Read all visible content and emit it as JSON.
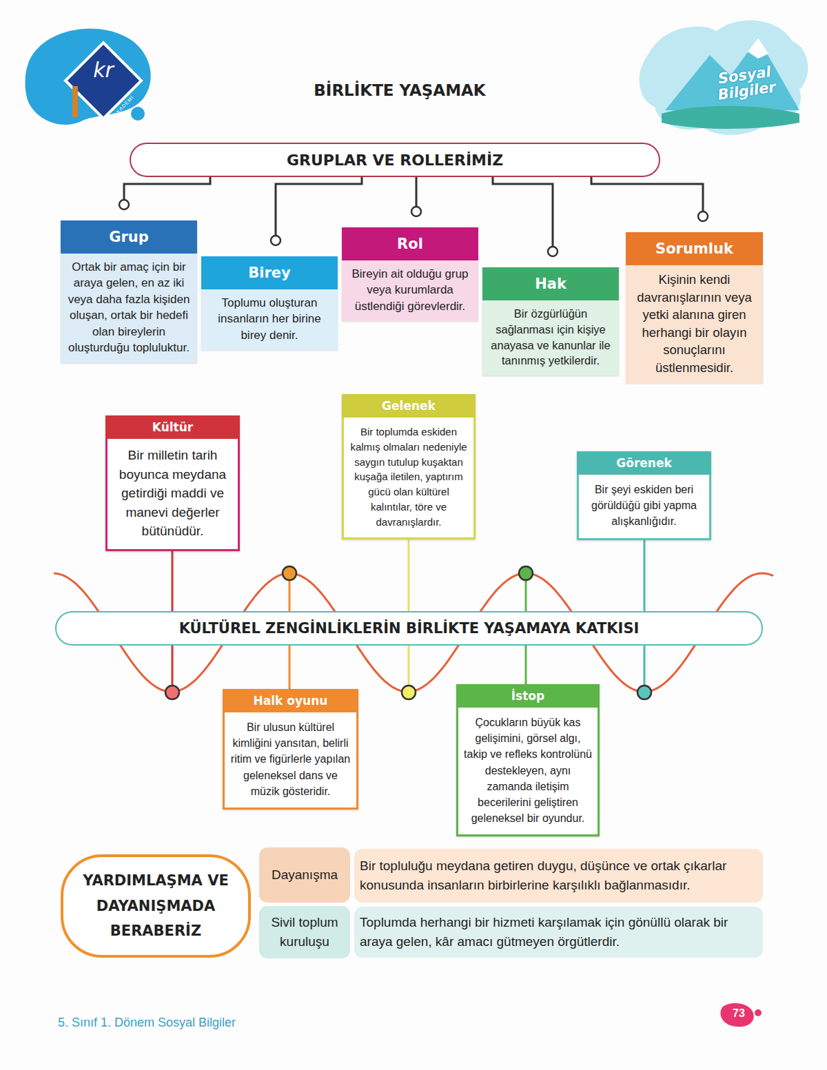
{
  "diagram": {
    "title": "BİRLİKTE YAŞAMAK",
    "nodes": [
      {
        "text": [
          "GRUPLAR VE ROLLERİMİZ"
        ]
      },
      {
        "text": [
          "Grup",
          "Ortak bir amaç için bir araya gelen, en az iki veya daha fazla kişiden oluşan, ortak bir hedefi olan bireylerin oluşturduğu topluluktur."
        ]
      },
      {
        "text": [
          "Birey",
          "Toplumu oluşturan insanların her birine birey denir."
        ]
      },
      {
        "text": [
          "Rol",
          "Bireyin ait olduğu grup veya kurumlarda üstlendiği görevlerdir."
        ]
      },
      {
        "text": [
          "Hak",
          "Bir özgürlüğün sağlanması için kişiye anayasa ve kanunlar ile tanınmış yetkilerdir."
        ]
      },
      {
        "text": [
          "Sorumluk",
          "Kişinin kendi davranışlarının veya yetki alanına giren herhangi bir olayın sonuçlarını üstlenmesidir."
        ]
      },
      {
        "text": [
          "KÜLTÜREL ZENGİNLİKLERİN BİRLİKTE YAŞAMAYA KATKISI"
        ]
      },
      {
        "text": [
          "Kültür",
          "Bir milletin tarih boyunca meydana getirdiği maddi ve manevi değerler bütünüdür."
        ]
      },
      {
        "text": [
          "Gelenek",
          "Bir toplumda eskiden kalmış olmaları nedeniyle saygın tutulup kuşaktan kuşağa iletilen, yaptırım gücü olan kültürel kalıntılar, töre ve davranışlardır."
        ]
      },
      {
        "text": [
          "Görenek",
          "Bir şeyi eskiden beri görüldüğü gibi yapma alışkanlığıdır."
        ]
      },
      {
        "text": [
          "Halk oyunu",
          "Bir ulusun kültürel kimliğini yansıtan, belirli ritim ve figürlerle yapılan geleneksel dans ve müzik gösteridir."
        ]
      },
      {
        "text": [
          "İstop",
          "Çocukların büyük kas gelişimini, görsel algı, takip ve refleks kontrolünü destekleyen, aynı zamanda iletişim becerilerini geliştiren geleneksel bir oyundur."
        ]
      },
      {
        "text": [
          "YARDIMLAŞMA VE DAYANIŞMADA BERABERİZ"
        ]
      },
      {
        "text": [
          "Dayanışma"
        ]
      },
      {
        "text": [
          "Bir topluluğu meydana getiren duygu, düşünce ve ortak çıkarlar konusunda insanların birbirlerine karşılıklı bağlanmasıdır."
        ]
      },
      {
        "text": [
          "Sivil toplum kuruluşu"
        ]
      },
      {
        "text": [
          "Toplumda herhangi bir hizmeti karşılamak için gönüllü olarak bir araya gelen, kâr amacı gütmeyen örgütlerdir."
        ]
      }
    ],
    "edges": [
      {
        "from": 0,
        "to": 1,
        "arrow": "none"
      },
      {
        "from": 0,
        "to": 2,
        "arrow": "none"
      },
      {
        "from": 0,
        "to": 3,
        "arrow": "none"
      },
      {
        "from": 0,
        "to": 4,
        "arrow": "none"
      },
      {
        "from": 0,
        "to": 5,
        "arrow": "none"
      },
      {
        "from": 6,
        "to": 7,
        "arrow": "none"
      },
      {
        "from": 6,
        "to": 8,
        "arrow": "none"
      },
      {
        "from": 6,
        "to": 9,
        "arrow": "none"
      },
      {
        "from": 6,
        "to": 10,
        "arrow": "none"
      },
      {
        "from": 6,
        "to": 11,
        "arrow": "none"
      }
    ],
    "labels": [
      "kr",
      "AKADEMİ",
      "Sosyal Bilgiler",
      "5. Sınıf 1. Dönem Sosyal Bilgiler",
      "73"
    ]
  }
}
